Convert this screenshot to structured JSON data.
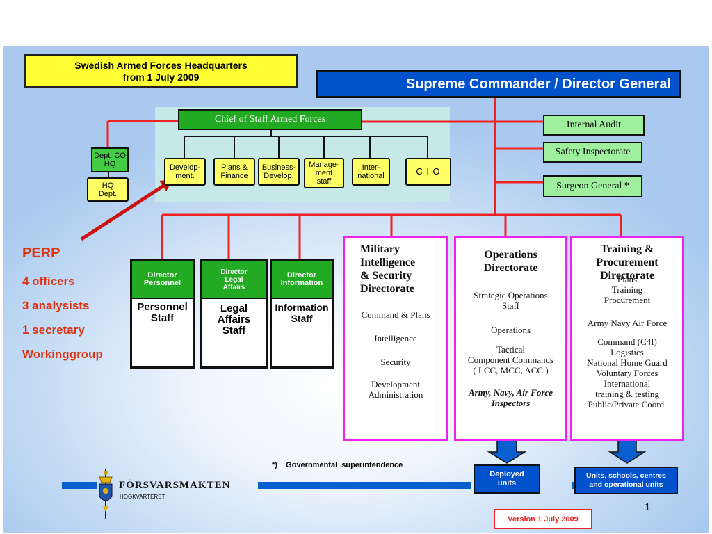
{
  "title": {
    "line1": "Swedish Armed Forces Headquarters",
    "line2": "from 1 July 2009"
  },
  "supreme": "Supreme Commander / Director General",
  "chief_of_staff": "Chief of Staff Armed Forces",
  "dept_co_hq": {
    "line1": "Dept. CO",
    "line2": "HQ"
  },
  "hq_dept": {
    "line1": "HQ",
    "line2": "Dept."
  },
  "staff_units": [
    {
      "line1": "Develop-",
      "line2": "ment."
    },
    {
      "line1": "Plans &",
      "line2": "Finance"
    },
    {
      "line1": "Business-",
      "line2": "Develop."
    },
    {
      "line1": "Manage-",
      "line2": "ment",
      "line3": "staff"
    },
    {
      "line1": "Inter-",
      "line2": "national"
    },
    {
      "line1": "C I O"
    }
  ],
  "right_boxes": [
    "Internal Audit",
    "Safety Inspectorate",
    "Surgeon General *"
  ],
  "perp": {
    "title": "PERP",
    "items": [
      "4 officers",
      "3 analysists",
      "1 secretary",
      "Workinggroup"
    ]
  },
  "directors": [
    {
      "head": [
        "Director",
        "Personnel"
      ],
      "body": [
        "Personnel",
        "Staff"
      ]
    },
    {
      "head": [
        "Director",
        "Legal",
        "Affairs"
      ],
      "body": [
        "Legal",
        "Affairs",
        "Staff"
      ]
    },
    {
      "head": [
        "Director",
        "Information"
      ],
      "body": [
        "Information",
        "Staff"
      ]
    }
  ],
  "mil_intel": {
    "title": [
      "Military",
      "Intelligence",
      "& Security",
      "Directorate"
    ],
    "items": [
      "Command & Plans",
      "Intelligence",
      "Security",
      "Development",
      "Administration"
    ]
  },
  "operations": {
    "title": [
      "Operations",
      "Directorate"
    ],
    "items": [
      "Strategic Operations",
      "Staff",
      "Operations",
      "Tactical",
      "Component Commands",
      "( LCC, MCC, ACC )",
      "Army, Navy, Air Force",
      "Inspectors"
    ]
  },
  "training": {
    "title": [
      "Training &",
      "Procurement",
      "Directorate"
    ],
    "items": [
      "Plans",
      "Training",
      "Procurement",
      "Army  Navy  Air Force",
      "Command (C4I)",
      "Logistics",
      "National Home Guard",
      "Voluntary Forces",
      "International",
      "training & testing",
      "Public/Private Coord."
    ]
  },
  "footnote": "*)    Governmental  superintendence",
  "deployed": [
    "Deployed",
    "units"
  ],
  "units": [
    "Units, schools, centres",
    "and operational units"
  ],
  "logo": {
    "name": "FÖRSVARSMAKTEN",
    "sub": "HÖGKVARTERET"
  },
  "page_number": "1",
  "version": "Version 1 July 2009",
  "colors": {
    "red_line": "#ee2222",
    "blue": "#0052cc",
    "magenta": "#ee22ee",
    "green": "#22aa22",
    "yellow": "#ffff33"
  }
}
